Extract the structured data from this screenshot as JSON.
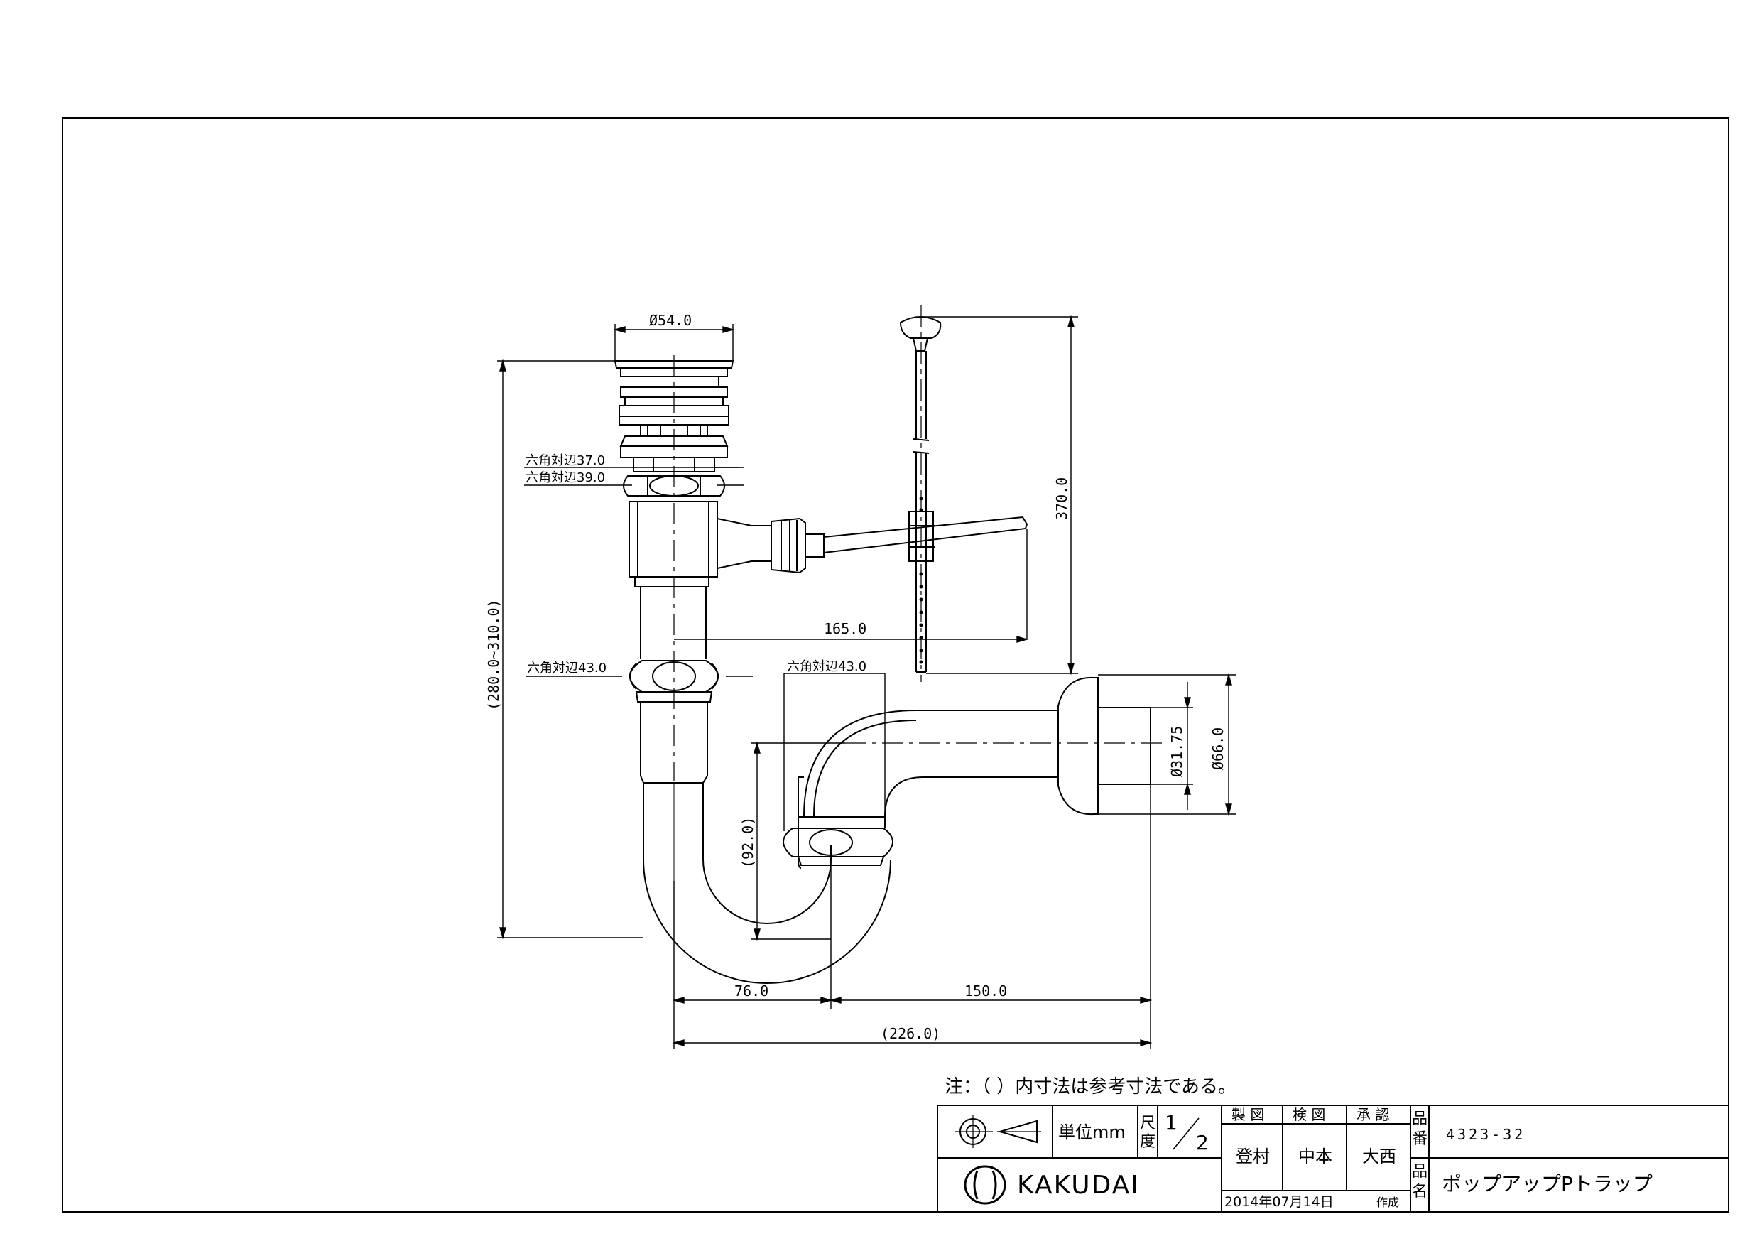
{
  "dimensions": {
    "d_54": "Ø54.0",
    "hex_37": "六角対辺37.0",
    "hex_39": "六角対辺39.0",
    "height_280_310": "(280.0~310.0)",
    "d_370": "370.0",
    "d_165": "165.0",
    "hex_43_left": "六角対辺43.0",
    "hex_43_right": "六角対辺43.0",
    "d_92": "(92.0)",
    "d_31_75": "Ø31.75",
    "d_66": "Ø66.0",
    "d_76": "76.0",
    "d_150": "150.0",
    "d_226": "(226.0)"
  },
  "note": "注：（ ）内寸法は参考寸法である。",
  "title_block": {
    "unit_label": "単位mm",
    "scale_label_1": "尺",
    "scale_label_2": "度",
    "scale_num": "1",
    "scale_den": "2",
    "drawn_label": "製 図",
    "checked_label": "検 図",
    "approved_label": "承 認",
    "drawn_name": "登村",
    "checked_name": "中本",
    "approved_name": "大西",
    "part_no_label_1": "品",
    "part_no_label_2": "番",
    "part_no": "4323-32",
    "name_label_1": "品",
    "name_label_2": "名",
    "product_name": "ポップアップPトラップ",
    "brand": "KAKUDAI",
    "date": "2014年07月14日",
    "created_label": "作成"
  },
  "colors": {
    "line": "#000000",
    "background": "#ffffff"
  }
}
